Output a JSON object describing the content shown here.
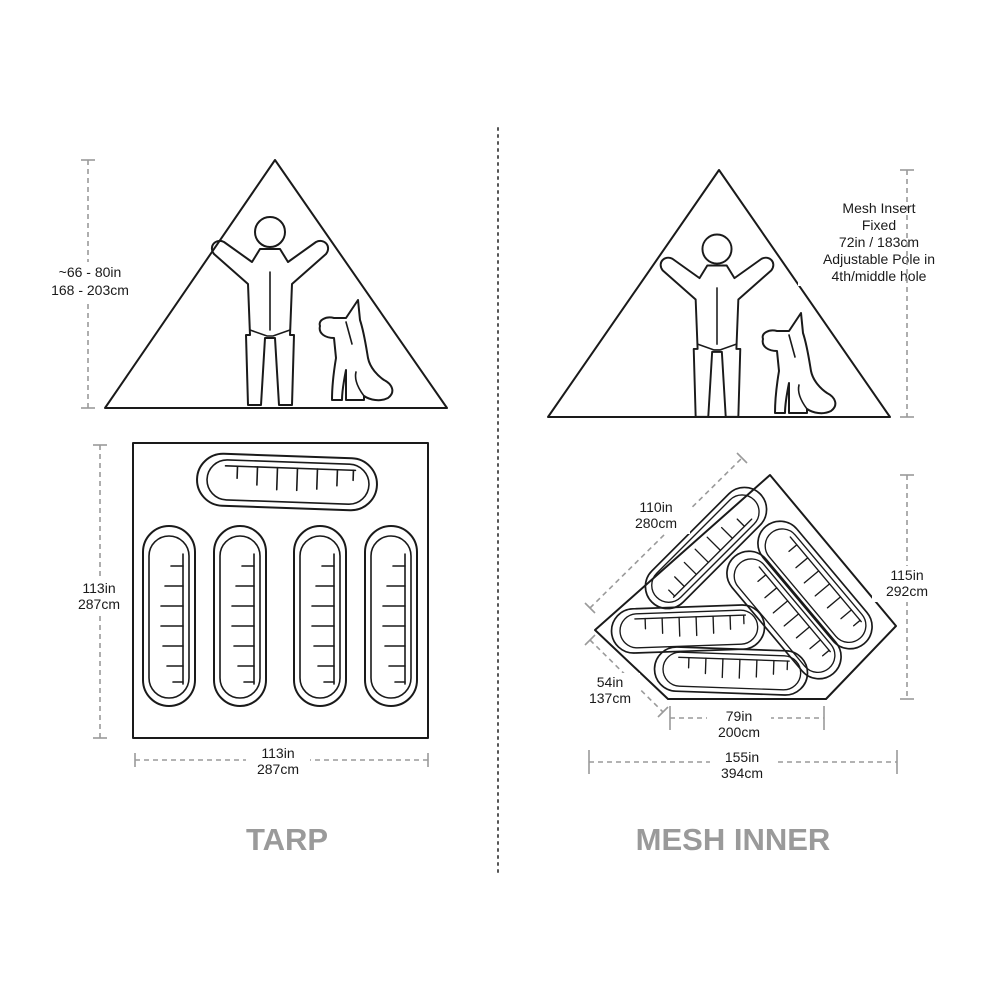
{
  "tarp": {
    "title": "TARP",
    "height": {
      "line1": "~66 - 80in",
      "line2": "168 - 203cm"
    },
    "depth": {
      "line1": "113in",
      "line2": "287cm"
    },
    "width": {
      "line1": "113in",
      "line2": "287cm"
    }
  },
  "mesh": {
    "title": "MESH INNER",
    "note": [
      "Mesh Insert",
      "Fixed",
      "72in / 183cm",
      "Adjustable Pole in",
      "4th/middle hole"
    ],
    "diagonal": {
      "line1": "110in",
      "line2": "280cm"
    },
    "side": {
      "line1": "115in",
      "line2": "292cm"
    },
    "short": {
      "line1": "54in",
      "line2": "137cm"
    },
    "door": {
      "line1": "79in",
      "line2": "200cm"
    },
    "overall": {
      "line1": "155in",
      "line2": "394cm"
    }
  },
  "icons": {
    "person": "person-arms-up-icon",
    "dog": "sitting-dog-icon",
    "bag": "sleeping-bag-icon"
  }
}
